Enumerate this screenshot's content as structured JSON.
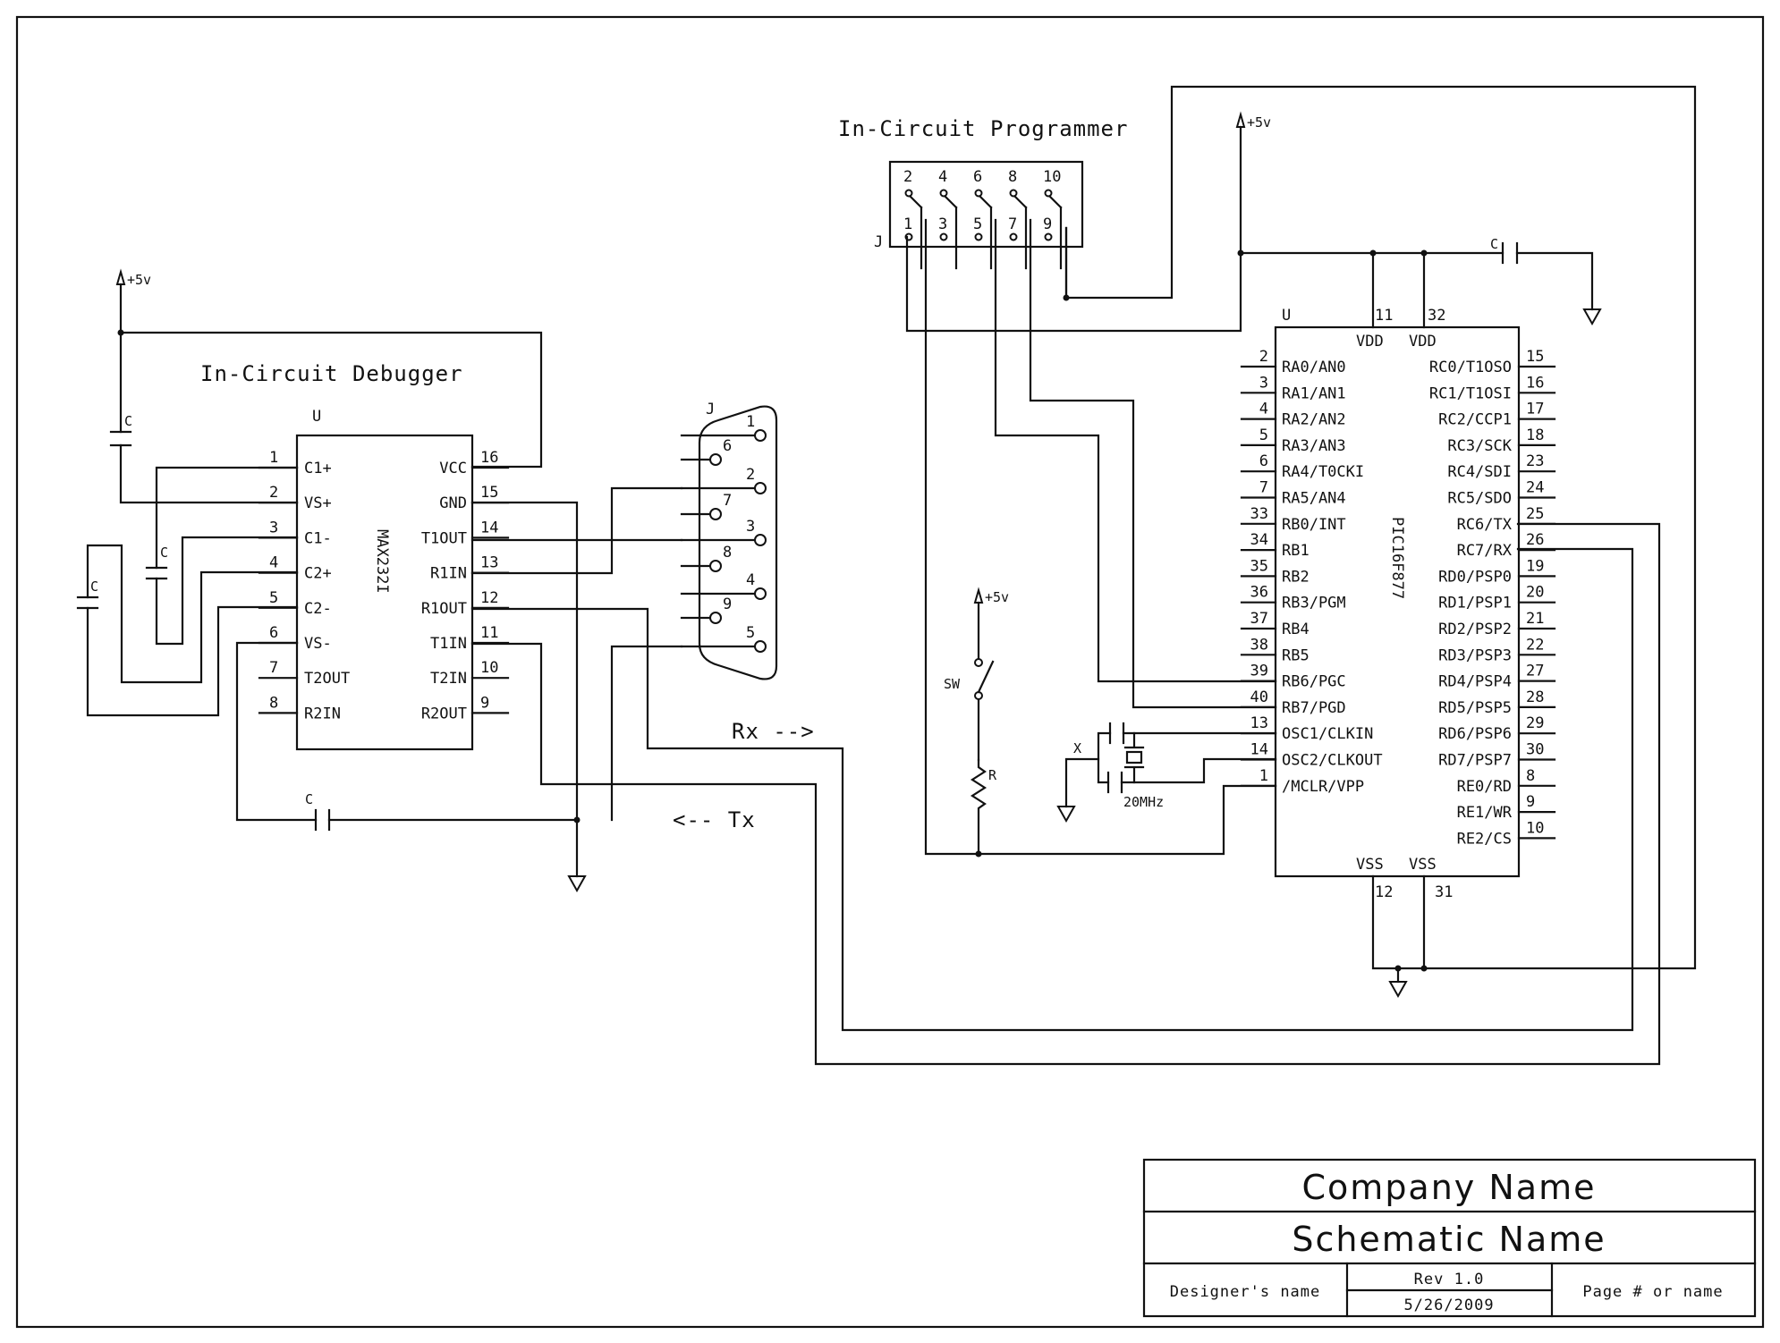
{
  "power": {
    "label": "+5v"
  },
  "debugger": {
    "title": "In-Circuit Debugger",
    "ref": "U",
    "part": "MAX232I",
    "left_pins": [
      {
        "num": "1",
        "name": "C1+"
      },
      {
        "num": "2",
        "name": "VS+"
      },
      {
        "num": "3",
        "name": "C1-"
      },
      {
        "num": "4",
        "name": "C2+"
      },
      {
        "num": "5",
        "name": "C2-"
      },
      {
        "num": "6",
        "name": "VS-"
      },
      {
        "num": "7",
        "name": "T2OUT"
      },
      {
        "num": "8",
        "name": "R2IN"
      }
    ],
    "right_pins": [
      {
        "num": "16",
        "name": "VCC"
      },
      {
        "num": "15",
        "name": "GND"
      },
      {
        "num": "14",
        "name": "T1OUT"
      },
      {
        "num": "13",
        "name": "R1IN"
      },
      {
        "num": "12",
        "name": "R1OUT"
      },
      {
        "num": "11",
        "name": "T1IN"
      },
      {
        "num": "10",
        "name": "T2IN"
      },
      {
        "num": "9",
        "name": "R2OUT"
      }
    ],
    "cap_label": "C"
  },
  "db9": {
    "ref": "J",
    "pins": [
      "1",
      "6",
      "2",
      "7",
      "3",
      "8",
      "4",
      "9",
      "5"
    ]
  },
  "signals": {
    "rx": "Rx -->",
    "tx": "<-- Tx"
  },
  "programmer": {
    "title": "In-Circuit Programmer",
    "ref": "J",
    "top_pins": [
      "2",
      "4",
      "6",
      "8",
      "10"
    ],
    "bottom_pins": [
      "1",
      "3",
      "5",
      "7",
      "9"
    ]
  },
  "mcu": {
    "ref": "U",
    "part": "PIC16F877",
    "vdd": {
      "label": "VDD",
      "pins": [
        "11",
        "32"
      ]
    },
    "vss": {
      "label": "VSS",
      "pins": [
        "12",
        "31"
      ]
    },
    "left_pins": [
      {
        "num": "2",
        "name": "RA0/AN0"
      },
      {
        "num": "3",
        "name": "RA1/AN1"
      },
      {
        "num": "4",
        "name": "RA2/AN2"
      },
      {
        "num": "5",
        "name": "RA3/AN3"
      },
      {
        "num": "6",
        "name": "RA4/T0CKI"
      },
      {
        "num": "7",
        "name": "RA5/AN4"
      },
      {
        "num": "33",
        "name": "RB0/INT"
      },
      {
        "num": "34",
        "name": "RB1"
      },
      {
        "num": "35",
        "name": "RB2"
      },
      {
        "num": "36",
        "name": "RB3/PGM"
      },
      {
        "num": "37",
        "name": "RB4"
      },
      {
        "num": "38",
        "name": "RB5"
      },
      {
        "num": "39",
        "name": "RB6/PGC"
      },
      {
        "num": "40",
        "name": "RB7/PGD"
      },
      {
        "num": "13",
        "name": "OSC1/CLKIN"
      },
      {
        "num": "14",
        "name": "OSC2/CLKOUT"
      },
      {
        "num": "1",
        "name": "/MCLR/VPP"
      }
    ],
    "right_pins": [
      {
        "num": "15",
        "name": "RC0/T1OSO"
      },
      {
        "num": "16",
        "name": "RC1/T1OSI"
      },
      {
        "num": "17",
        "name": "RC2/CCP1"
      },
      {
        "num": "18",
        "name": "RC3/SCK"
      },
      {
        "num": "23",
        "name": "RC4/SDI"
      },
      {
        "num": "24",
        "name": "RC5/SDO"
      },
      {
        "num": "25",
        "name": "RC6/TX"
      },
      {
        "num": "26",
        "name": "RC7/RX"
      },
      {
        "num": "19",
        "name": "RD0/PSP0"
      },
      {
        "num": "20",
        "name": "RD1/PSP1"
      },
      {
        "num": "21",
        "name": "RD2/PSP2"
      },
      {
        "num": "22",
        "name": "RD3/PSP3"
      },
      {
        "num": "27",
        "name": "RD4/PSP4"
      },
      {
        "num": "28",
        "name": "RD5/PSP5"
      },
      {
        "num": "29",
        "name": "RD6/PSP6"
      },
      {
        "num": "30",
        "name": "RD7/PSP7"
      },
      {
        "num": "8",
        "name": "RE0/RD"
      },
      {
        "num": "9",
        "name": "RE1/WR"
      },
      {
        "num": "10",
        "name": "RE2/CS"
      }
    ],
    "decoupling_cap": "C"
  },
  "crystal": {
    "ref": "X",
    "value": "20MHz"
  },
  "reset": {
    "switch": "SW",
    "resistor": "R"
  },
  "title_block": {
    "company": "Company Name",
    "schematic": "Schematic Name",
    "designer": "Designer's name",
    "rev": "Rev 1.0",
    "date": "5/26/2009",
    "page": "Page # or name"
  }
}
